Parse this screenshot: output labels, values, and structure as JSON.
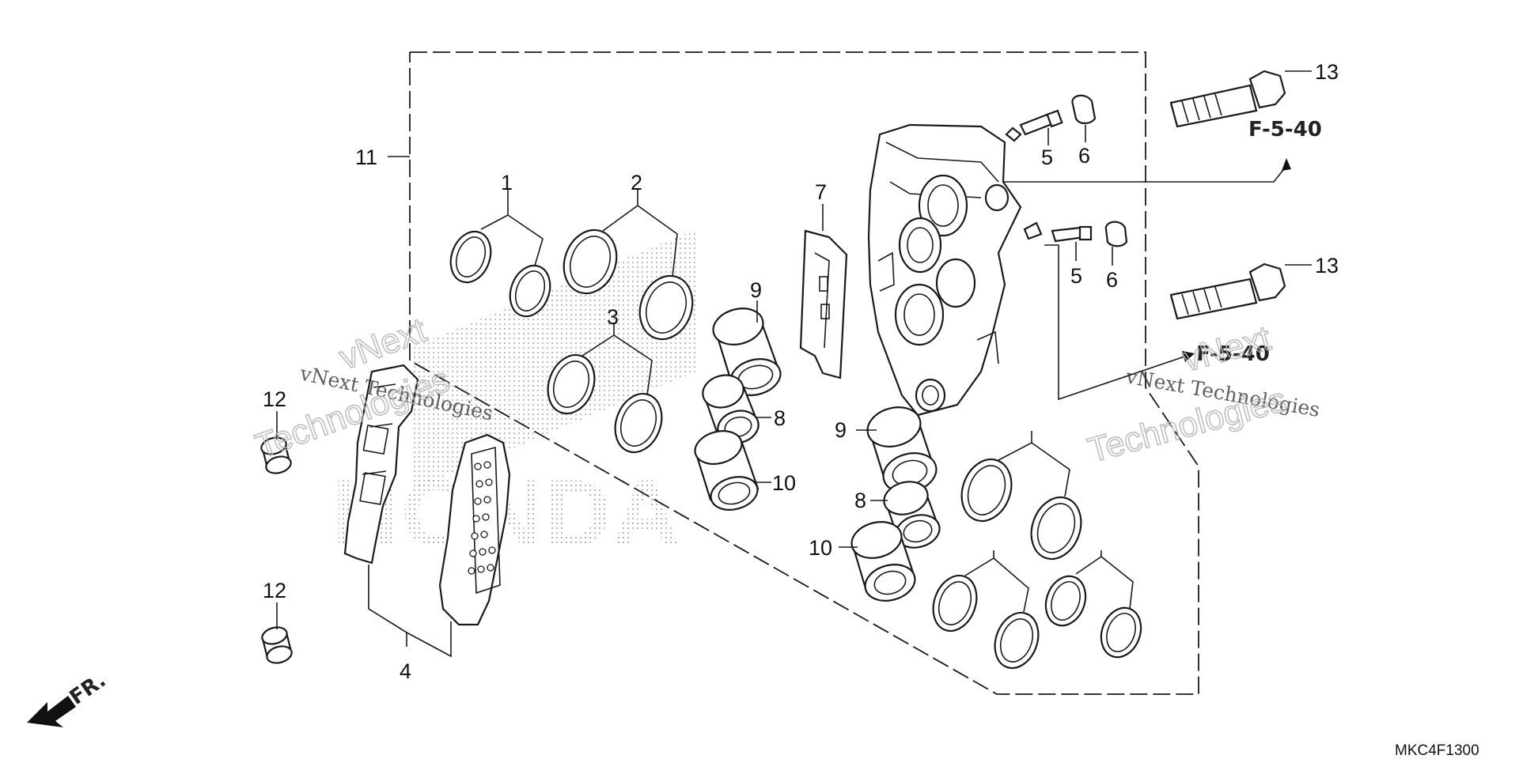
{
  "labels": {
    "n1": "1",
    "n2": "2",
    "n3": "3",
    "n4": "4",
    "n5": "5",
    "n6": "6",
    "n7": "7",
    "n8": "8",
    "n9": "9",
    "n10": "10",
    "n11": "11",
    "n12": "12",
    "n13": "13"
  },
  "references": {
    "upper": "F-5-40",
    "lower": "F-5-40"
  },
  "direction": {
    "front": "FR."
  },
  "diagram_code": "MKC4F1300",
  "watermark": {
    "small": "vNext Technologies",
    "top": "vNext",
    "big": "Technologies"
  },
  "background_mark": "HONDA"
}
